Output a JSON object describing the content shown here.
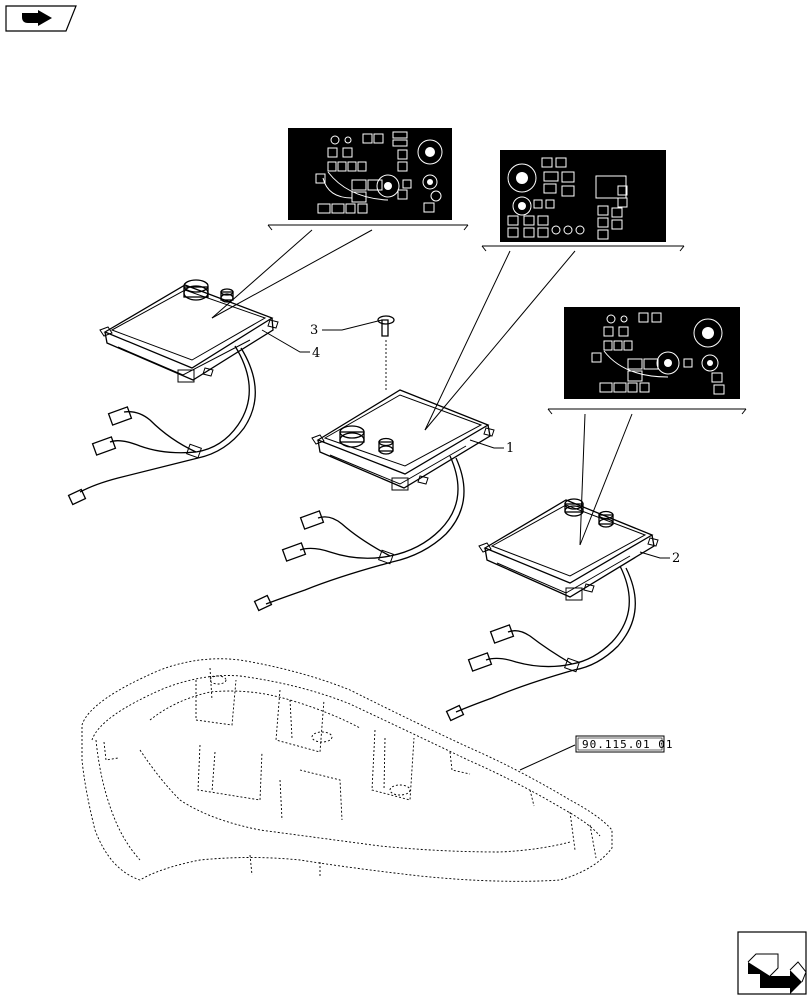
{
  "nav": {
    "top_icon": "next-page-arrow-icon",
    "bottom_icon": "next-page-bend-arrow-icon"
  },
  "callouts": {
    "one": "1",
    "two": "2",
    "three": "3",
    "four": "4"
  },
  "reference_box": {
    "text": "90.115.01 01"
  },
  "colors": {
    "ink": "#000000",
    "paper": "#ffffff"
  }
}
